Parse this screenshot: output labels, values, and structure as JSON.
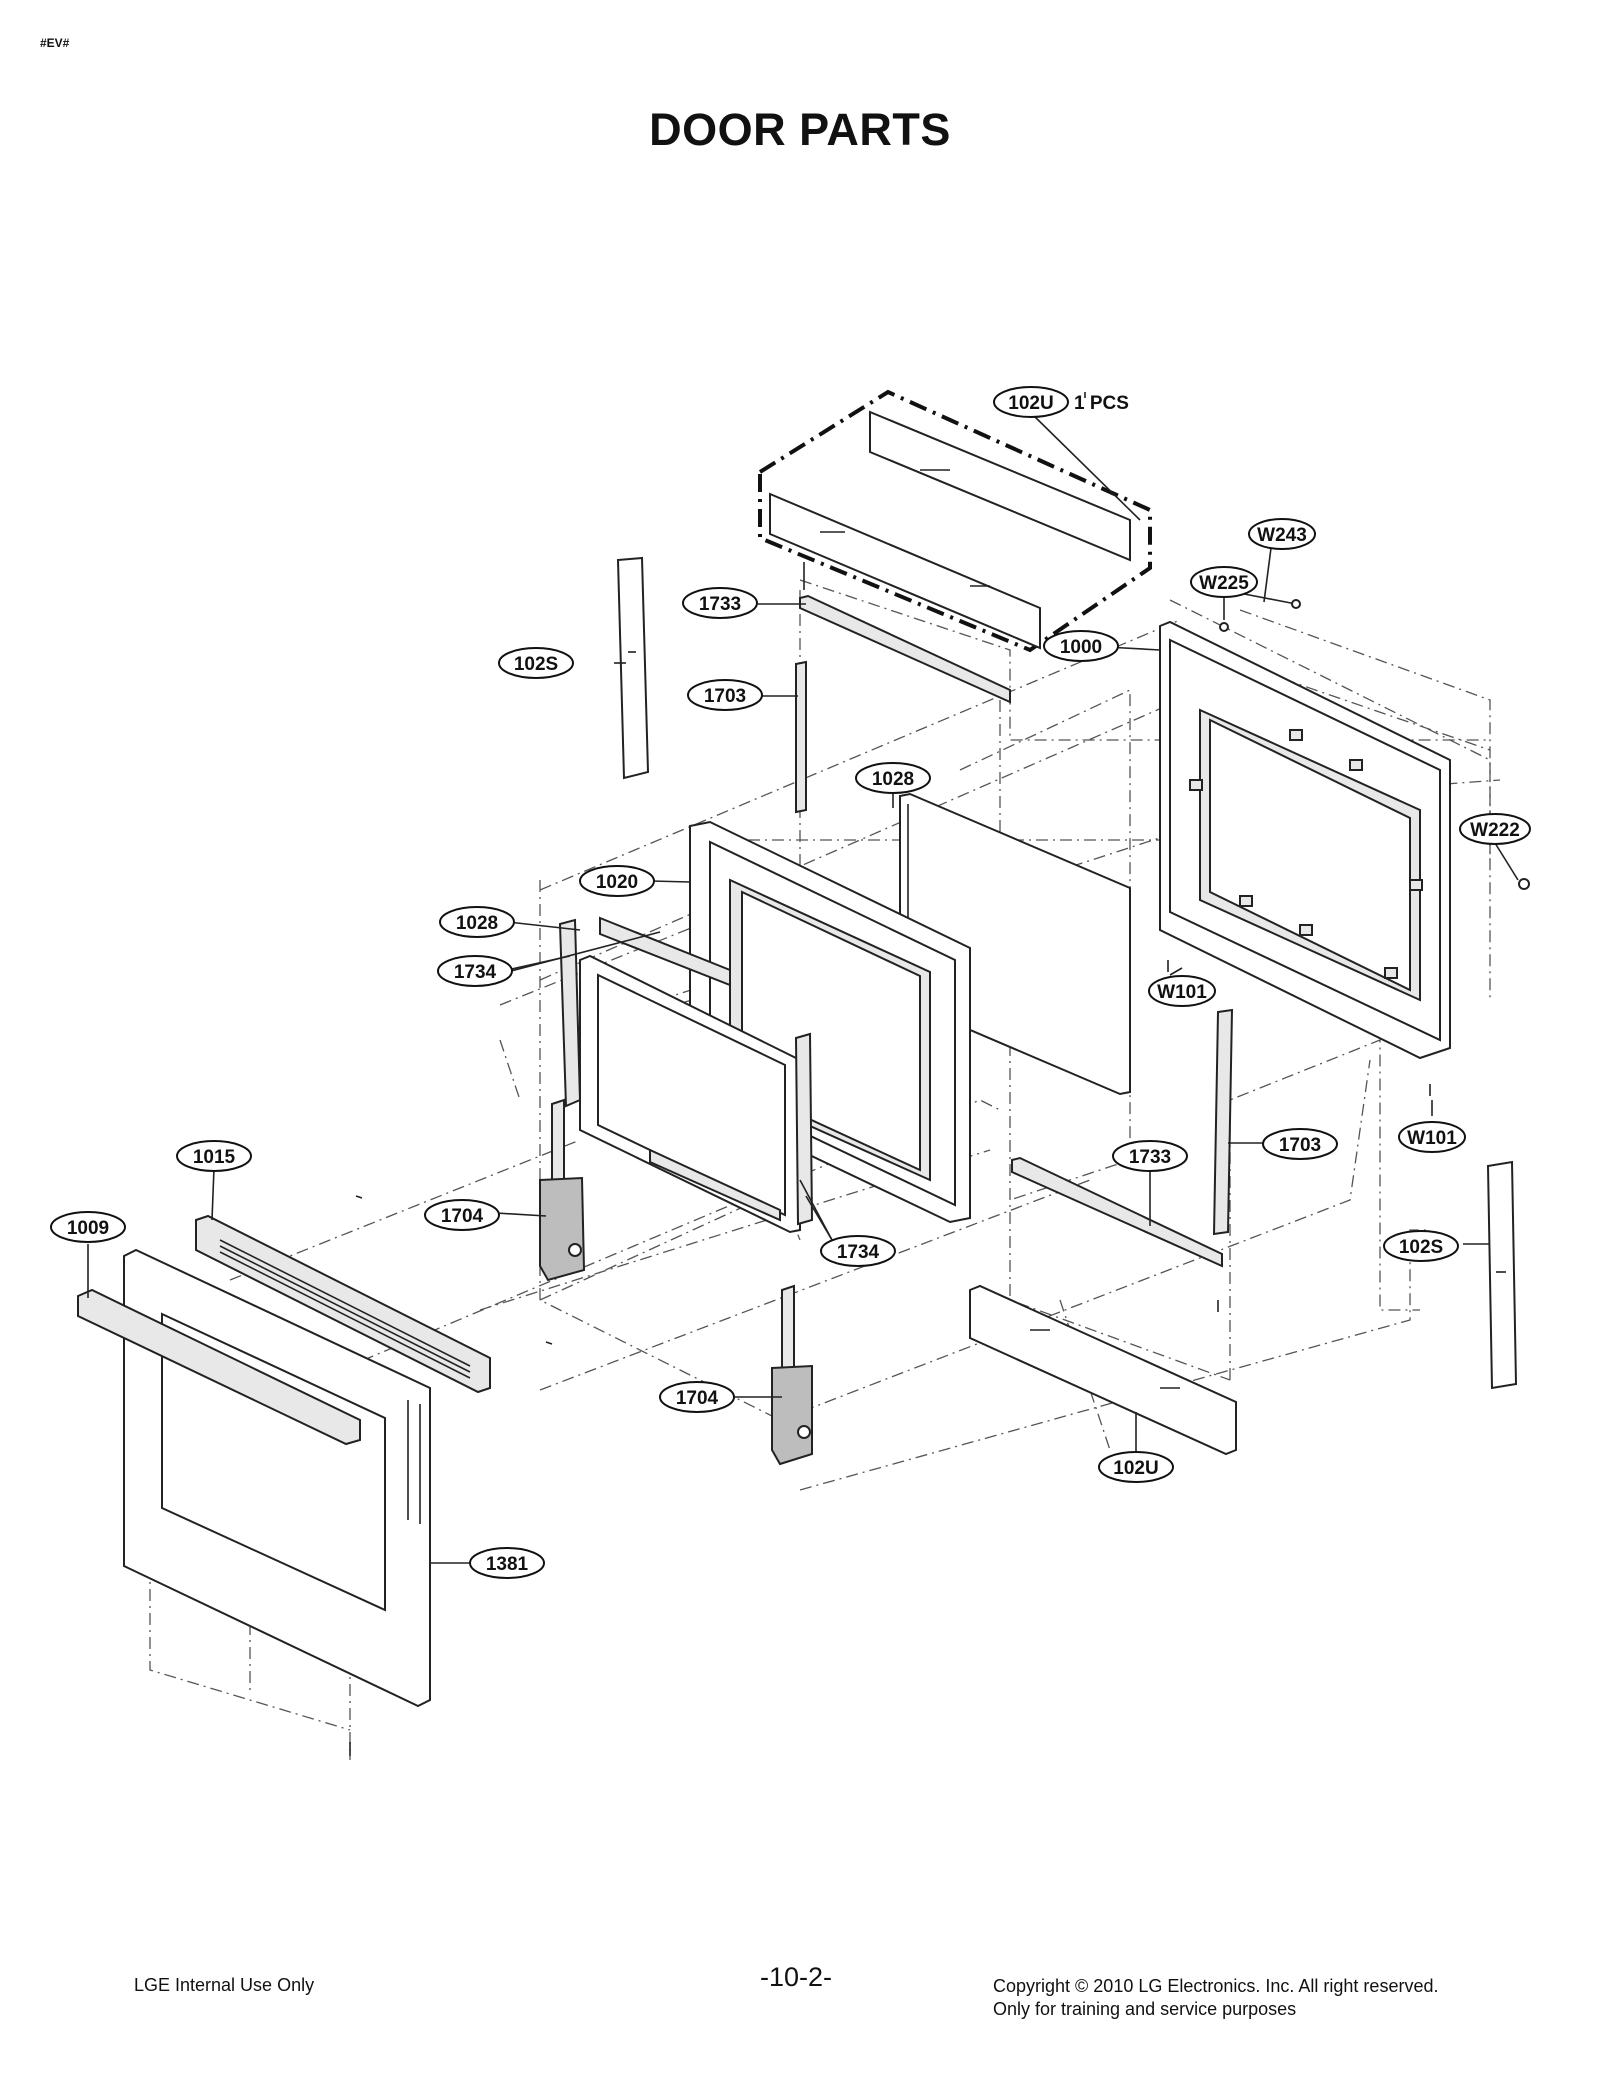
{
  "header": {
    "model_tag": "#EV#",
    "title": "DOOR PARTS"
  },
  "callouts": [
    {
      "id": "c-102U-top",
      "label": "102U",
      "note": "1 PCS"
    },
    {
      "id": "c-W243",
      "label": "W243"
    },
    {
      "id": "c-W225",
      "label": "W225"
    },
    {
      "id": "c-1733-top",
      "label": "1733"
    },
    {
      "id": "c-1000",
      "label": "1000"
    },
    {
      "id": "c-102S-left",
      "label": "102S"
    },
    {
      "id": "c-1703-top",
      "label": "1703"
    },
    {
      "id": "c-1028-right",
      "label": "1028"
    },
    {
      "id": "c-W222",
      "label": "W222"
    },
    {
      "id": "c-1020",
      "label": "1020"
    },
    {
      "id": "c-1028-left",
      "label": "1028"
    },
    {
      "id": "c-1734-top",
      "label": "1734"
    },
    {
      "id": "c-W101-top",
      "label": "W101"
    },
    {
      "id": "c-1703-bottom",
      "label": "1703"
    },
    {
      "id": "c-W101-bottom",
      "label": "W101"
    },
    {
      "id": "c-1733-bottom",
      "label": "1733"
    },
    {
      "id": "c-1015",
      "label": "1015"
    },
    {
      "id": "c-1704-top",
      "label": "1704"
    },
    {
      "id": "c-1009",
      "label": "1009"
    },
    {
      "id": "c-1734-bottom",
      "label": "1734"
    },
    {
      "id": "c-102S-right",
      "label": "102S"
    },
    {
      "id": "c-1704-bottom",
      "label": "1704"
    },
    {
      "id": "c-102U-bottom",
      "label": "102U"
    },
    {
      "id": "c-1381",
      "label": "1381"
    }
  ],
  "footer": {
    "left": "LGE Internal Use Only",
    "page": "-10-2-",
    "right_line1": "Copyright © 2010 LG Electronics. Inc. All right reserved.",
    "right_line2": "Only for training and service purposes"
  }
}
